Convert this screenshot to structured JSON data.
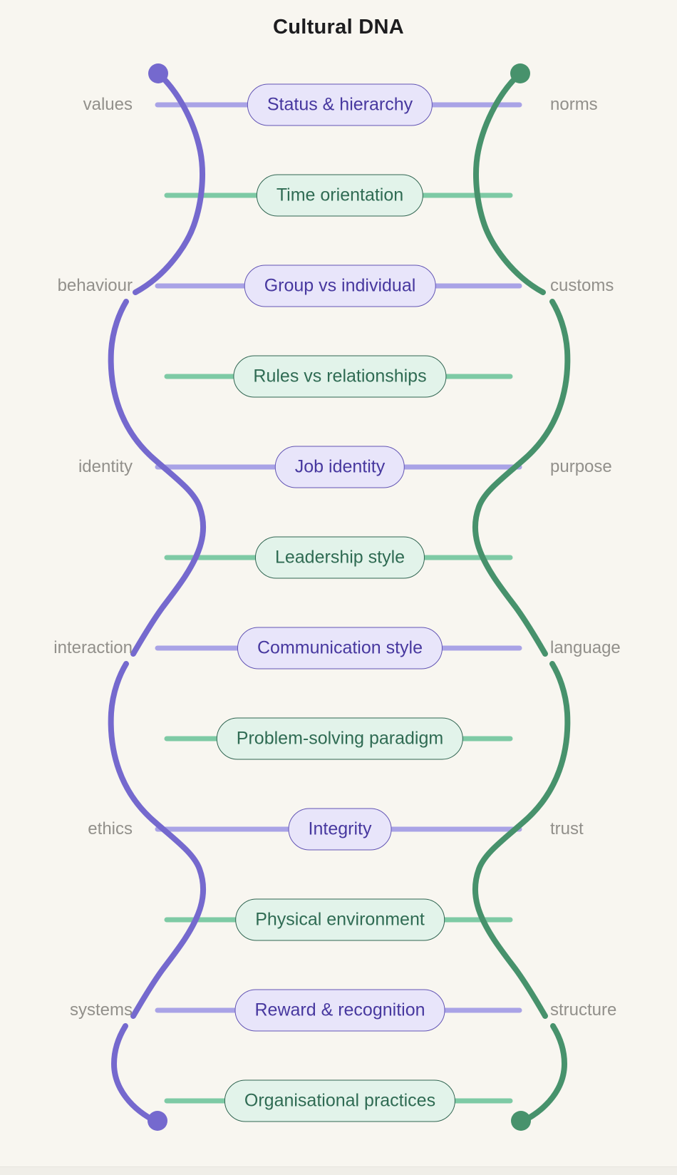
{
  "title": "Cultural DNA",
  "colors": {
    "bg": "#f8f6f0",
    "title_text": "#1d1d1f",
    "label_text": "#92908b",
    "purple_strand": "#7569ce",
    "purple_rung": "#a9a3e6",
    "purple_pill_bg": "#e8e5fa",
    "purple_pill_border": "#6254b4",
    "purple_pill_text": "#47389f",
    "green_strand": "#47926c",
    "green_rung": "#7ecaa5",
    "green_pill_bg": "#e2f3ea",
    "green_pill_border": "#2f6450",
    "green_pill_text": "#2f6b53"
  },
  "rows": [
    {
      "pill": "Status & hierarchy",
      "variant": "purple",
      "left_label": "values",
      "right_label": "norms"
    },
    {
      "pill": "Time orientation",
      "variant": "green"
    },
    {
      "pill": "Group vs individual",
      "variant": "purple",
      "left_label": "behaviour",
      "right_label": "customs"
    },
    {
      "pill": "Rules vs relationships",
      "variant": "green"
    },
    {
      "pill": "Job identity",
      "variant": "purple",
      "left_label": "identity",
      "right_label": "purpose"
    },
    {
      "pill": "Leadership style",
      "variant": "green"
    },
    {
      "pill": "Communication style",
      "variant": "purple",
      "left_label": "interaction",
      "right_label": "language"
    },
    {
      "pill": "Problem-solving paradigm",
      "variant": "green"
    },
    {
      "pill": "Integrity",
      "variant": "purple",
      "left_label": "ethics",
      "right_label": "trust"
    },
    {
      "pill": "Physical environment",
      "variant": "green"
    },
    {
      "pill": "Reward & recognition",
      "variant": "purple",
      "left_label": "systems",
      "right_label": "structure"
    },
    {
      "pill": "Organisational practices",
      "variant": "green"
    }
  ]
}
